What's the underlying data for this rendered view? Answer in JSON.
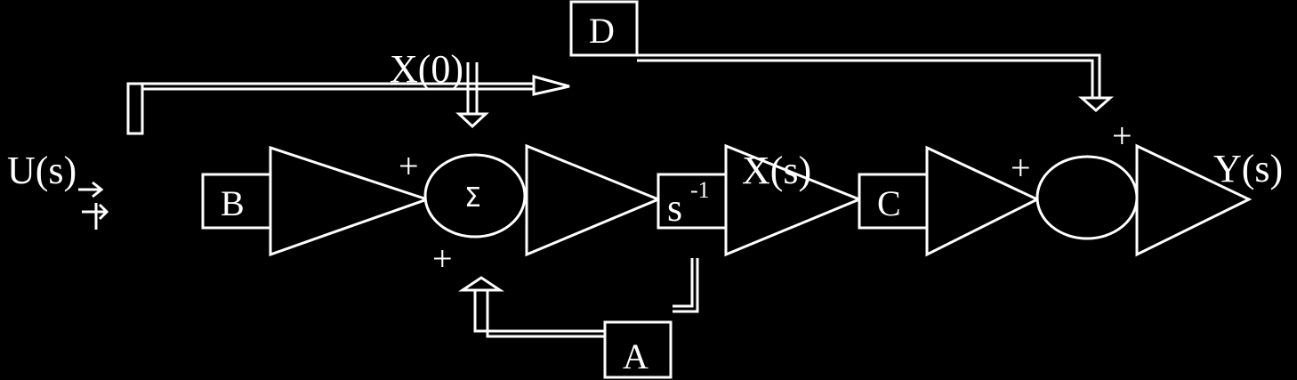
{
  "diagram": {
    "input_label": "U(s)",
    "initial_state_label": "X(0)",
    "state_label": "X(s)",
    "output_label": "Y(s)",
    "blocks": {
      "b": "B",
      "a": "A",
      "c": "C",
      "d": "D",
      "integrator": "s",
      "integrator_exp": "-1"
    },
    "summers": {
      "first": {
        "symbol": "Σ",
        "sign_left": "+",
        "sign_top": "-",
        "sign_bottom": "+"
      },
      "second": {
        "sign_left": "+",
        "sign_top": "+"
      }
    }
  }
}
